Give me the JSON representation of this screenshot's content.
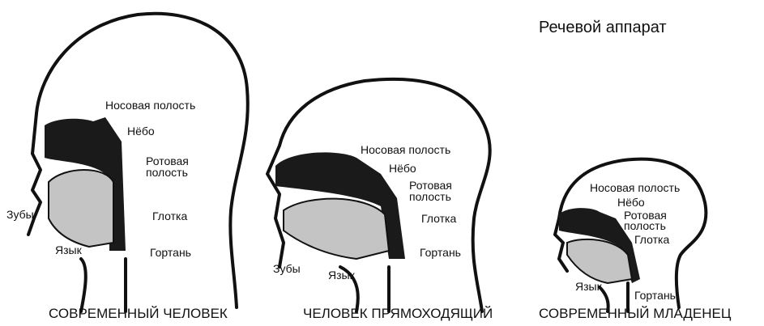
{
  "title": "Речевой аппарат",
  "panels": [
    {
      "caption": "СОВРЕМЕННЫЙ ЧЕЛОВЕК",
      "labels": {
        "nasal": "Носовая полость",
        "palate": "Нёбо",
        "oral1": "Ротовая",
        "oral2": "полость",
        "pharynx": "Глотка",
        "larynx": "Гортань",
        "teeth": "Зубы",
        "tongue": "Язык"
      }
    },
    {
      "caption": "ЧЕЛОВЕК ПРЯМОХОДЯЩИЙ",
      "labels": {
        "nasal": "Носовая полость",
        "palate": "Нёбо",
        "oral1": "Ротовая",
        "oral2": "полость",
        "pharynx": "Глотка",
        "larynx": "Гортань",
        "teeth": "Зубы",
        "tongue": "Язык"
      }
    },
    {
      "caption": "СОВРЕМЕННЫЙ МЛАДЕНЕЦ",
      "labels": {
        "nasal": "Носовая полость",
        "palate": "Нёбо",
        "oral1": "Ротовая",
        "oral2": "полость",
        "pharynx": "Глотка",
        "larynx": "Гортань",
        "tongue": "Язык"
      }
    }
  ]
}
